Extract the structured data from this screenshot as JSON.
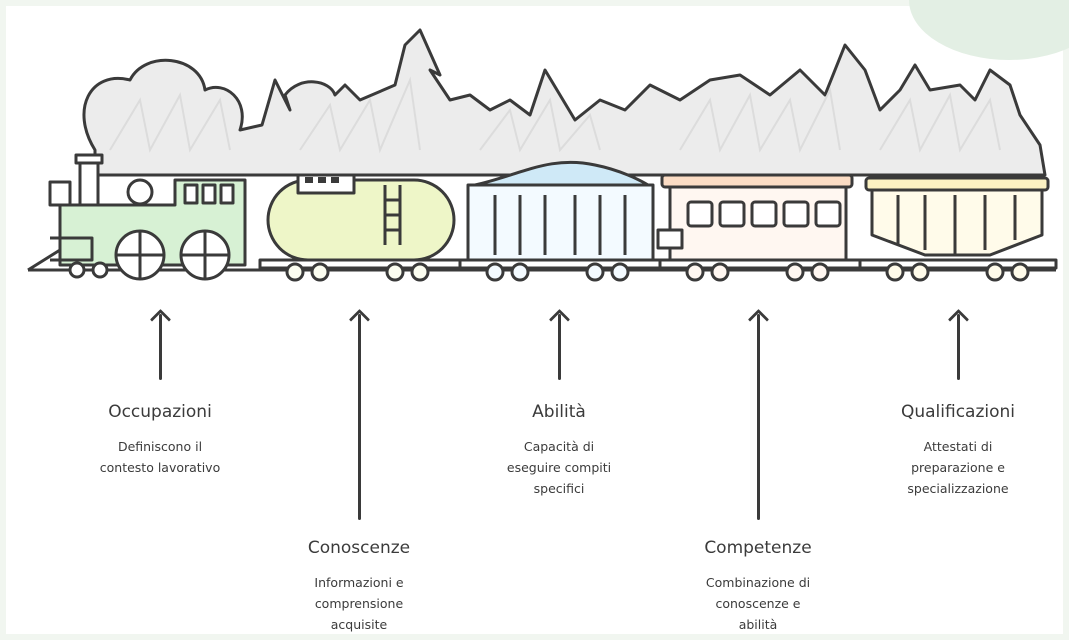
{
  "stages": [
    {
      "id": "occupazioni",
      "title": "Occupazioni",
      "desc": "Definiscono il contesto lavorativo"
    },
    {
      "id": "conoscenze",
      "title": "Conoscenze",
      "desc": "Informazioni e comprensione acquisite"
    },
    {
      "id": "abilita",
      "title": "Abilità",
      "desc": "Capacità di eseguire compiti specifici"
    },
    {
      "id": "competenze",
      "title": "Competenze",
      "desc": "Combinazione di conoscenze e abilità"
    },
    {
      "id": "qualificazioni",
      "title": "Qualificazioni",
      "desc": "Attestati di preparazione e specializzazione"
    }
  ],
  "colors": {
    "stroke": "#3a3a3a",
    "forest": "#e6e6e6",
    "locomotive_fill": "#d7f1d4",
    "tank_fill": "#eef6c8",
    "hopper_fill": "#cfe9f7",
    "passenger_fill": "#fbdcc4",
    "last_fill": "#fbf1c2"
  }
}
